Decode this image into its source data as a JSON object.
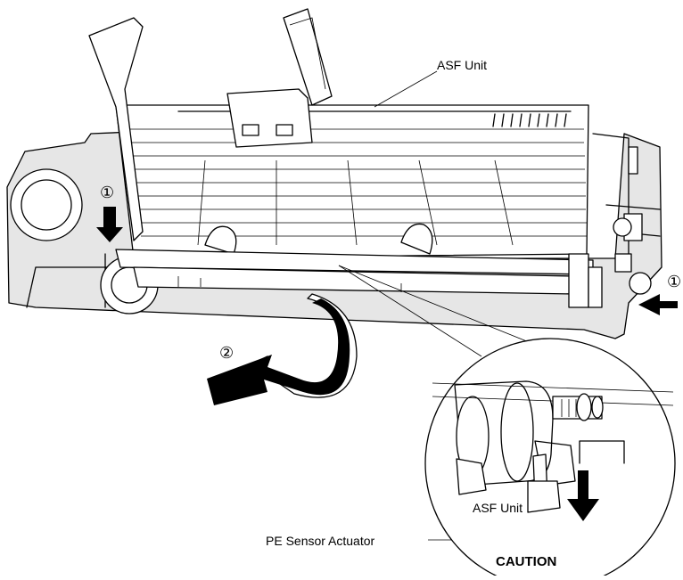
{
  "labels": {
    "asf_unit_top": "ASF Unit",
    "asf_unit_inset": "ASF Unit",
    "pe_sensor_actuator": "PE Sensor Actuator",
    "caution": "CAUTION",
    "step_left": "①",
    "step_right": "①",
    "step_two": "②"
  }
}
